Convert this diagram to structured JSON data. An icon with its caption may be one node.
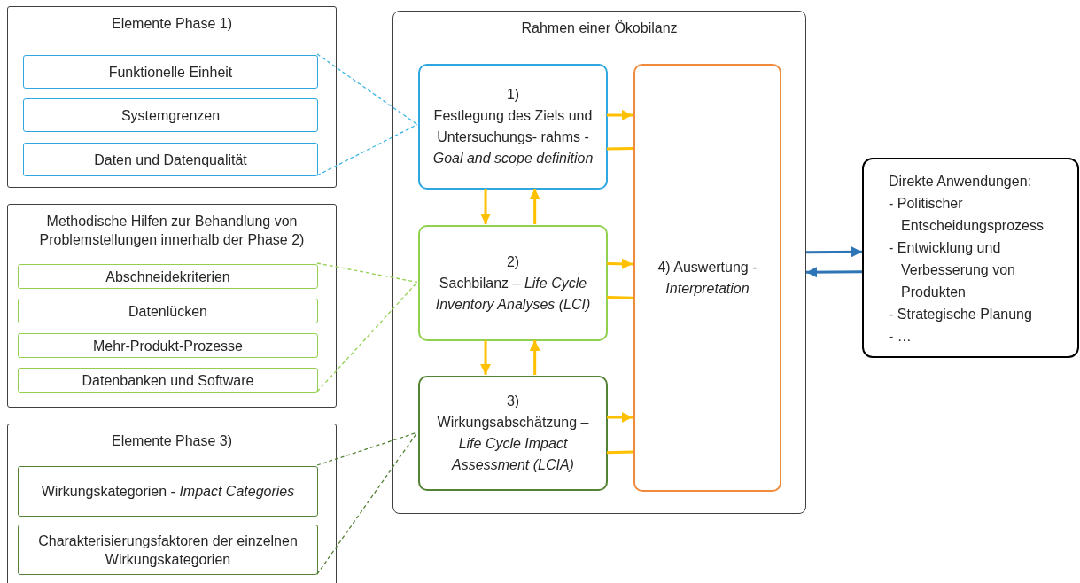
{
  "diagram": {
    "nodes": [
      {
        "text": [
          "Elemente Phase 1)"
        ]
      },
      {
        "text": [
          "Funktionelle Einheit"
        ],
        "in": 0
      },
      {
        "text": [
          "Systemgrenzen"
        ],
        "in": 0
      },
      {
        "text": [
          "Daten und Datenqualität"
        ],
        "in": 0
      },
      {
        "text": [
          "Methodische Hilfen zur Behandlung von Problemstellungen innerhalb der Phase 2)"
        ]
      },
      {
        "text": [
          "Abschneidekriterien"
        ],
        "in": 4
      },
      {
        "text": [
          "Datenlücken"
        ],
        "in": 4
      },
      {
        "text": [
          "Mehr-Produkt-Prozesse"
        ],
        "in": 4
      },
      {
        "text": [
          "Datenbanken und Software"
        ],
        "in": 4
      },
      {
        "text": [
          "Elemente Phase 3)"
        ]
      },
      {
        "text": [
          "Wirkungskategorien - *Impact Categories*"
        ],
        "in": 9
      },
      {
        "text": [
          "Charakterisierungsfaktoren der einzelnen Wirkungskategorien"
        ],
        "in": 9
      },
      {
        "text": [
          "Rahmen einer Ökobilanz"
        ]
      },
      {
        "text": [
          "1)",
          "Festlegung des Ziels und Untersuchungs- rahms - *Goal and scope definition*"
        ],
        "in": 12
      },
      {
        "text": [
          "2)",
          "Sachbilanz – *Life Cycle Inventory Analyses (LCI)*"
        ],
        "in": 12
      },
      {
        "text": [
          "3)",
          "Wirkungsabschätzung – *Life Cycle Impact Assessment (LCIA)*"
        ],
        "in": 12
      },
      {
        "text": [
          "4) Auswertung - *Interpretation*"
        ],
        "in": 12
      },
      {
        "text": [
          "Direkte Anwendungen:",
          "- Politischer Entscheidungsprozess",
          "- Entwicklung und Verbesserung von Produkten",
          "- Strategische Planung",
          "- …"
        ]
      }
    ],
    "edges": [
      {
        "from": 1,
        "to": 13,
        "arrow": "none",
        "style": "dashed",
        "color": "#3cb4e6"
      },
      {
        "from": 3,
        "to": 13,
        "arrow": "none",
        "style": "dashed",
        "color": "#3cb4e6"
      },
      {
        "from": 5,
        "to": 14,
        "arrow": "none",
        "style": "dashed",
        "color": "#92d050"
      },
      {
        "from": 8,
        "to": 14,
        "arrow": "none",
        "style": "dashed",
        "color": "#92d050"
      },
      {
        "from": 10,
        "to": 15,
        "arrow": "none",
        "style": "dashed",
        "color": "#548235"
      },
      {
        "from": 11,
        "to": 15,
        "arrow": "none",
        "style": "dashed",
        "color": "#548235"
      },
      {
        "from": 13,
        "to": 14,
        "arrow": "to"
      },
      {
        "from": 14,
        "to": 13,
        "arrow": "to"
      },
      {
        "from": 14,
        "to": 15,
        "arrow": "to"
      },
      {
        "from": 15,
        "to": 14,
        "arrow": "to"
      },
      {
        "from": 13,
        "to": 16,
        "arrow": "to"
      },
      {
        "from": 16,
        "to": 13,
        "arrow": "none"
      },
      {
        "from": 14,
        "to": 16,
        "arrow": "to"
      },
      {
        "from": 16,
        "to": 14,
        "arrow": "none"
      },
      {
        "from": 15,
        "to": 16,
        "arrow": "to"
      },
      {
        "from": 16,
        "to": 15,
        "arrow": "none"
      },
      {
        "from": 12,
        "to": 17,
        "arrow": "to",
        "color": "#2e75b6"
      },
      {
        "from": 17,
        "to": 12,
        "arrow": "to",
        "color": "#2e75b6"
      }
    ]
  }
}
